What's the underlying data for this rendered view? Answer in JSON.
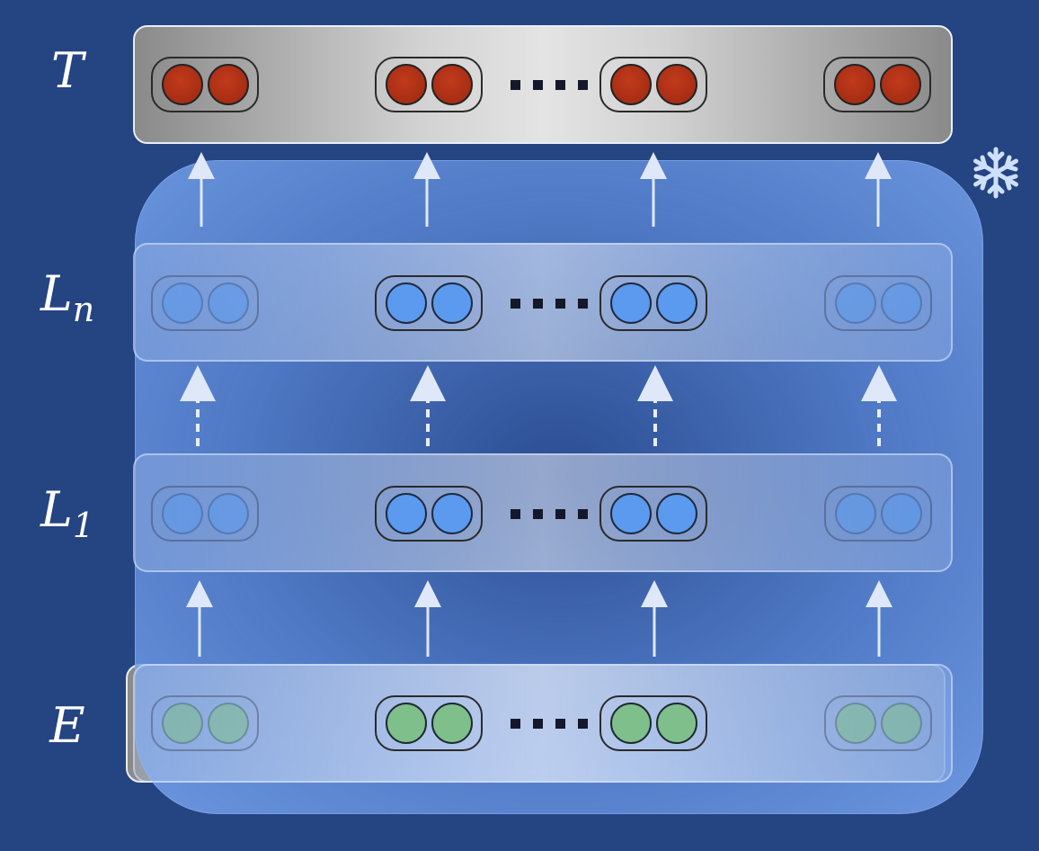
{
  "labels": {
    "top": "T",
    "ln": {
      "base": "L",
      "sub": "n"
    },
    "l1": {
      "base": "L",
      "sub": "1"
    },
    "emb": "E"
  },
  "colors": {
    "background": "#244482",
    "token_red": "#b03218",
    "token_blue": "#5b9aee",
    "token_green": "#7fbf8c",
    "trainable_region": "#6f9ee6"
  },
  "frozen_icon": "snowflake-icon"
}
